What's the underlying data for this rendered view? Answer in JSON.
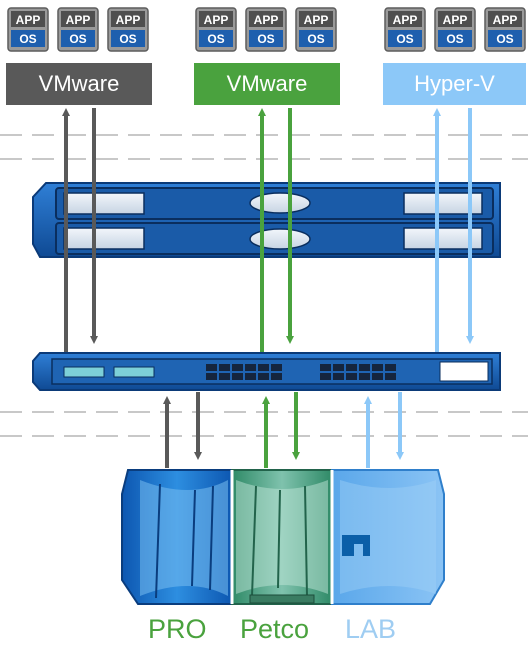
{
  "host_groups": [
    {
      "id": "left",
      "label": "VMware",
      "color": "#595959",
      "tile_top": "APP",
      "tile_bottom": "OS"
    },
    {
      "id": "middle",
      "label": "VMware",
      "color": "#4aa23e",
      "tile_top": "APP",
      "tile_bottom": "OS"
    },
    {
      "id": "right",
      "label": "Hyper-V",
      "color": "#8cc8f8",
      "tile_top": "APP",
      "tile_bottom": "OS"
    }
  ],
  "storage_labels": [
    {
      "text": "PRO",
      "color": "#4aa23e"
    },
    {
      "text": "Petco",
      "color": "#4aa23e"
    },
    {
      "text": "LAB",
      "color": "#9fcdf2"
    }
  ],
  "colors": {
    "dark_gray": "#595959",
    "green": "#4aa23e",
    "light_blue": "#8cc8f8",
    "device_blue": "#1a5ba8",
    "dashed_line": "#c8c8c8"
  }
}
